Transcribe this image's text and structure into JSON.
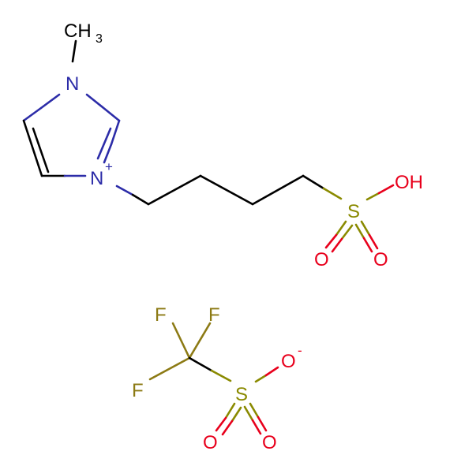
{
  "colors": {
    "carbon_bond": "#000000",
    "nitrogen": "#2c2ca8",
    "oxygen": "#e8001c",
    "sulfur": "#8a8a00",
    "fluorine": "#8c7a14"
  },
  "cation": {
    "methyl_label": "CH",
    "methyl_subscript": "3",
    "n1_label": "N",
    "n3_label": "N",
    "n3_charge": "+",
    "sulfonic_sulfur": "S",
    "sulfonic_oh": "OH",
    "sulfonic_o_left": "O",
    "sulfonic_o_right": "O"
  },
  "anion": {
    "f_top_left": "F",
    "f_top_right": "F",
    "f_left": "F",
    "sulfur": "S",
    "o_minus": "O",
    "o_charge": "-",
    "o_bottom_left": "O",
    "o_bottom_right": "O"
  }
}
